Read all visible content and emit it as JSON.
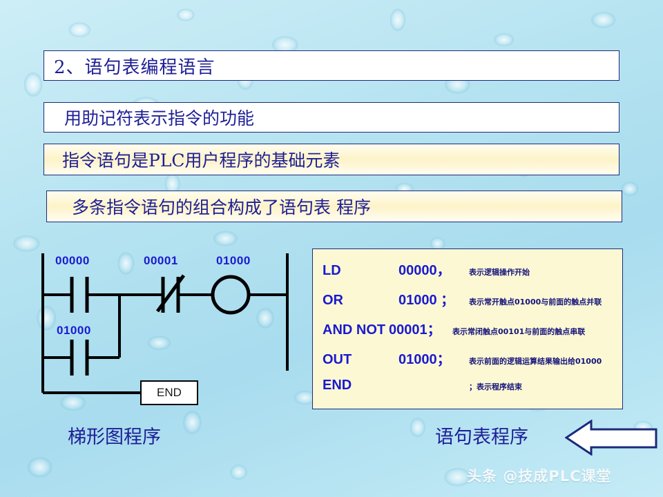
{
  "slide": {
    "title": "2、语句表编程语言",
    "bullets": [
      "用助记符表示指令的功能",
      "指令语句是PLC用户程序的基础元素",
      "多条指令语句的组合构成了语句表  程序"
    ]
  },
  "ladder": {
    "labels": {
      "contact_no_1": "00000",
      "contact_nc_1": "00001",
      "coil_1": "01000",
      "contact_branch": "01000"
    },
    "end_block": "END",
    "caption": "梯形图程序"
  },
  "instruction_list": {
    "caption": "语句表程序",
    "rows": [
      {
        "mnemonic": "LD",
        "operand": "00000，",
        "comment": "表示逻辑操作开始"
      },
      {
        "mnemonic": "OR",
        "operand": "01000 ；",
        "comment": "表示常开触点01000与前面的触点并联"
      },
      {
        "mnemonic": "AND NOT",
        "operand": "00001；",
        "comment": "表示常闭触点00101与前面的触点串联"
      },
      {
        "mnemonic": "OUT",
        "operand": "01000；",
        "comment": "表示前面的逻辑运算结果输出给01000"
      },
      {
        "mnemonic": "END",
        "operand": "",
        "comment": "；表示程序结束"
      }
    ]
  },
  "watermark": "头条 @技成PLC课堂",
  "colors": {
    "background": "#b9e4f0",
    "text_blue": "#1e1e96",
    "label_blue": "#1a1ad0",
    "panel_cream": "#fdf8d4",
    "border_navy": "#1b2a7a",
    "line_black": "#000000"
  }
}
